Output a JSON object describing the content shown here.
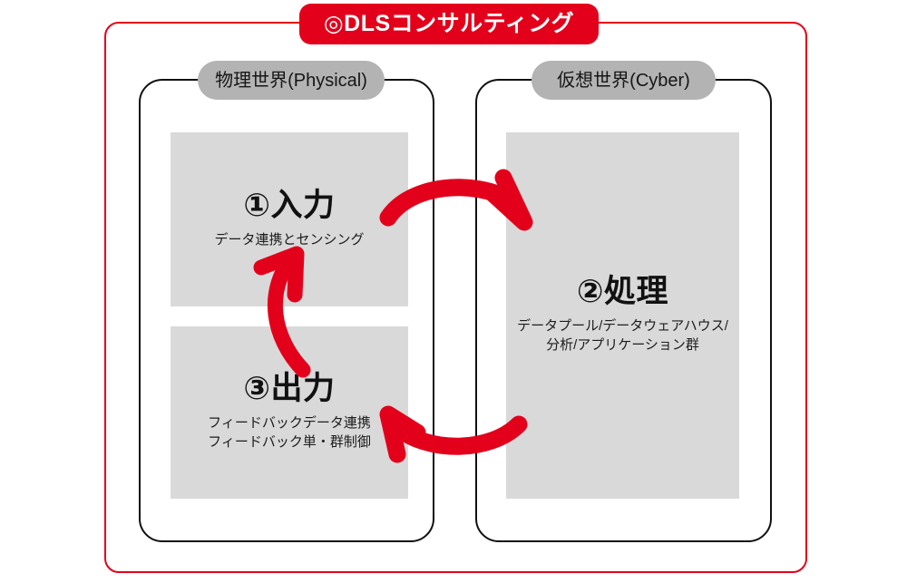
{
  "title": {
    "label": "◎DLSコンサルティング",
    "color": "#E3001B",
    "text_color": "#FFFFFF"
  },
  "panels": [
    {
      "key": "physical",
      "label": "物理世界(Physical)",
      "label_bg": "#B3B3B3"
    },
    {
      "key": "cyber",
      "label": "仮想世界(Cyber)",
      "label_bg": "#B3B3B3"
    }
  ],
  "blocks": {
    "input": {
      "title": "①入力",
      "sub_lines": [
        "データ連携とセンシング"
      ],
      "bg": "#D9D9D9"
    },
    "output": {
      "title": "③出力",
      "sub_lines": [
        "フィードバックデータ連携",
        "フィードバック単・群制御"
      ],
      "bg": "#D9D9D9"
    },
    "process": {
      "title": "②処理",
      "sub_lines": [
        "データプール/データウェアハウス/",
        "分析/アプリケーション群"
      ],
      "bg": "#D9D9D9"
    }
  },
  "arrows": [
    {
      "name": "input-to-process",
      "color": "#E3001B",
      "direction": "left-to-right"
    },
    {
      "name": "process-to-output",
      "color": "#E3001B",
      "direction": "right-to-left"
    },
    {
      "name": "output-to-input",
      "color": "#E3001B",
      "direction": "bottom-to-top"
    }
  ],
  "colors": {
    "brand_red": "#E3001B",
    "panel_border": "#111111",
    "block_gray": "#D9D9D9",
    "pill_gray": "#B3B3B3",
    "background": "#FFFFFF"
  }
}
